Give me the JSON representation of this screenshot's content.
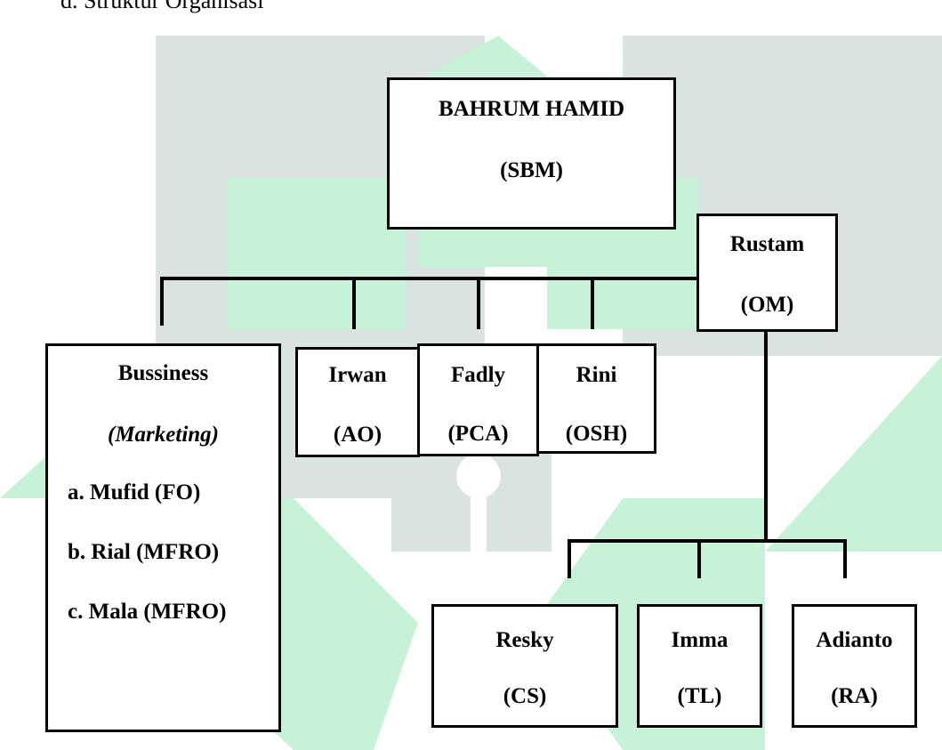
{
  "section_heading": "d. Struktur Organisasi",
  "watermark": {
    "colors": {
      "green": "#c8f2d8",
      "gray": "#d9e3e0",
      "white": "#ffffff"
    },
    "icon": "pen-nib-mosque-watermark"
  },
  "line_color": "#000000",
  "top": {
    "name": "BAHRUM HAMID",
    "role": "(SBM)"
  },
  "om": {
    "name": "Rustam",
    "role": "(OM)"
  },
  "business": {
    "title": "Bussiness",
    "subtitle": "(Marketing)",
    "members": [
      "a. Mufid (FO)",
      "b. Rial (MFRO)",
      "c. Mala (MFRO)"
    ]
  },
  "middle": [
    {
      "name": "Irwan",
      "role": "(AO)"
    },
    {
      "name": "Fadly",
      "role": "(PCA)"
    },
    {
      "name": "Rini",
      "role": "(OSH)"
    }
  ],
  "bottom": [
    {
      "name": "Resky",
      "role": "(CS)"
    },
    {
      "name": "Imma",
      "role": "(TL)"
    },
    {
      "name": "Adianto",
      "role": "(RA)"
    }
  ]
}
